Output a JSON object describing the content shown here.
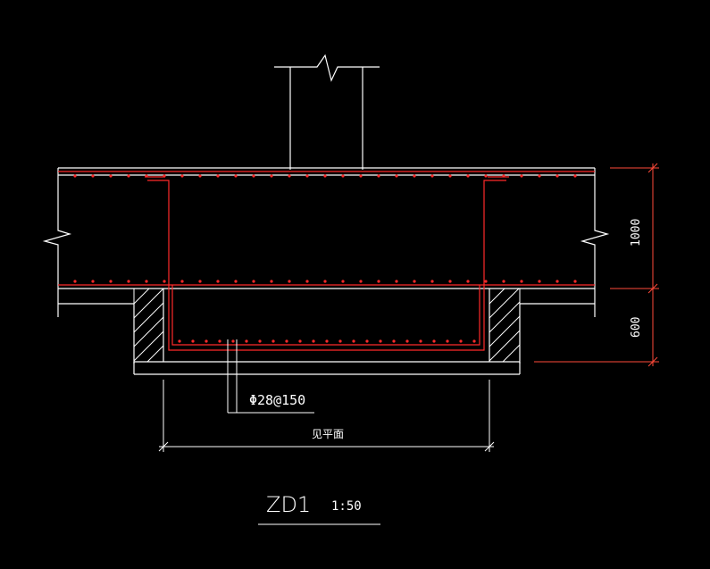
{
  "drawing": {
    "rebar_label": "Φ28@150",
    "width_note": "见平面",
    "dim_upper": "1000",
    "dim_lower": "600",
    "title": "ZD1",
    "scale": "1:50"
  },
  "colors": {
    "background": "#000000",
    "outline": "#ffffff",
    "rebar": "#ff2a2a",
    "dimension": "#ff4a3a"
  }
}
